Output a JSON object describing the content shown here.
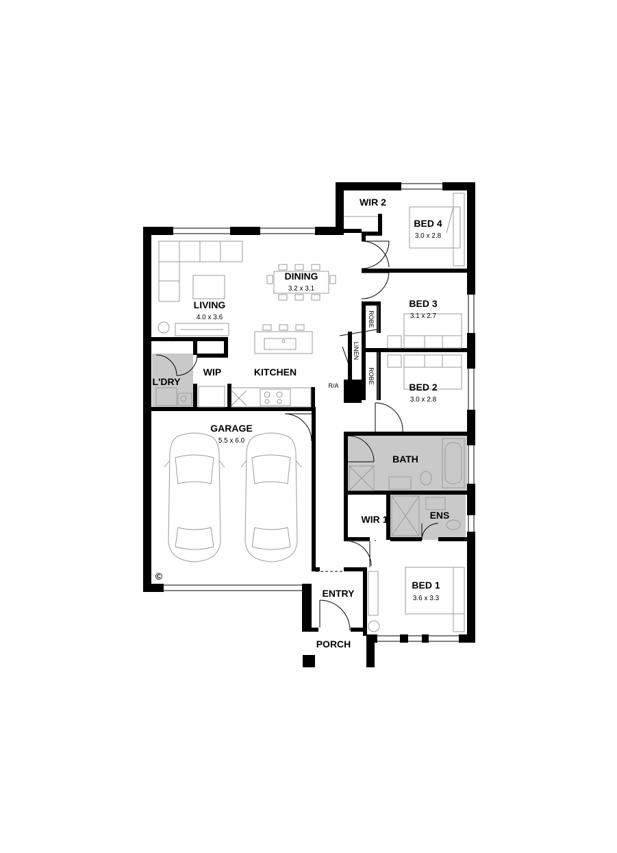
{
  "rooms": {
    "wir2": {
      "name": "WIR 2"
    },
    "bed4": {
      "name": "BED 4",
      "size": "3.0 x 2.8"
    },
    "dining": {
      "name": "DINING",
      "size": "3.2 x 3.1"
    },
    "living": {
      "name": "LIVING",
      "size": "4.0 x 3.6"
    },
    "bed3": {
      "name": "BED 3",
      "size": "3.1 x 2.7"
    },
    "robe1": {
      "name": "ROBE"
    },
    "linen": {
      "name": "LINEN"
    },
    "robe2": {
      "name": "ROBE"
    },
    "ldry": {
      "name": "L'DRY"
    },
    "wip": {
      "name": "WIP"
    },
    "kitchen": {
      "name": "KITCHEN"
    },
    "ra": {
      "name": "R/A"
    },
    "bed2": {
      "name": "BED 2",
      "size": "3.0 x 2.8"
    },
    "garage": {
      "name": "GARAGE",
      "size": "5.5 x 6.0"
    },
    "bath": {
      "name": "BATH"
    },
    "wir1": {
      "name": "WIR 1"
    },
    "ens": {
      "name": "ENS"
    },
    "entry": {
      "name": "ENTRY"
    },
    "bed1": {
      "name": "BED 1",
      "size": "3.6 x 3.3"
    },
    "porch": {
      "name": "PORCH"
    }
  },
  "copyright_mark": "©"
}
